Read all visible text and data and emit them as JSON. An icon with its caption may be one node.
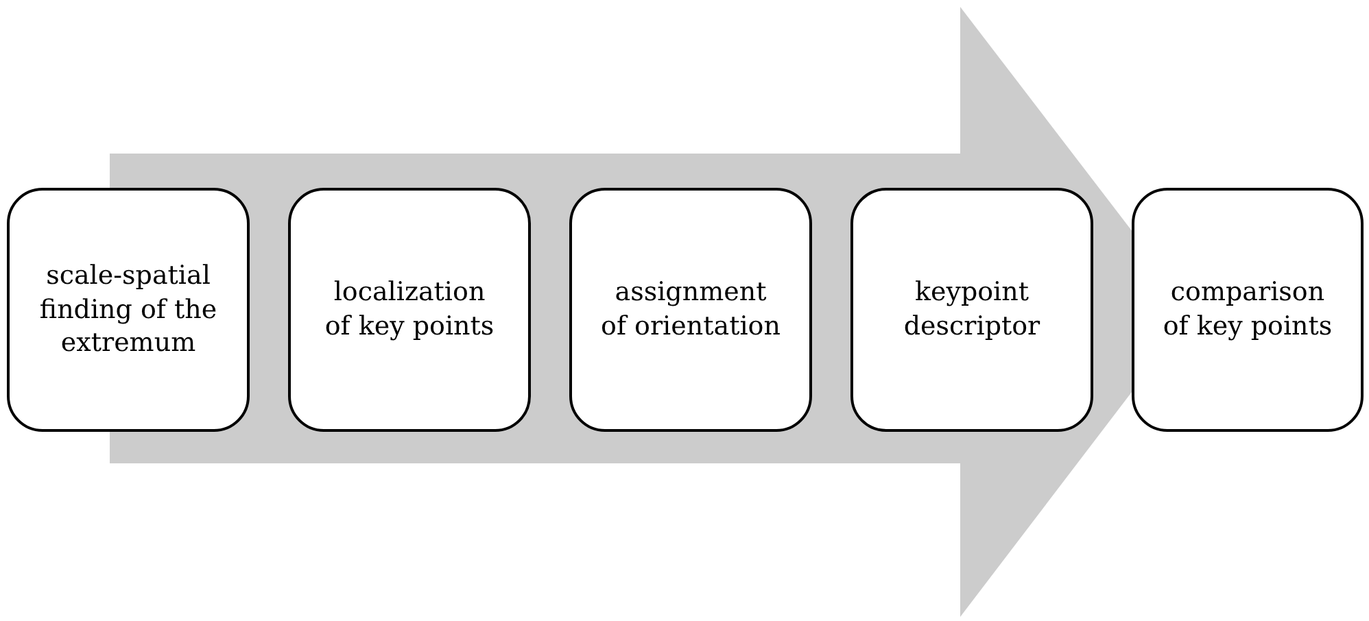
{
  "diagram": {
    "nodes": [
      {
        "text": [
          "scale-spatial finding of the extremum"
        ]
      },
      {
        "text": [
          "localization of key points"
        ]
      },
      {
        "text": [
          "assignment of orientation"
        ]
      },
      {
        "text": [
          "keypoint descriptor"
        ]
      },
      {
        "text": [
          "comparison of key points"
        ]
      }
    ],
    "edges": [
      {
        "from": 0,
        "to": 4,
        "arrow": "to"
      }
    ]
  }
}
